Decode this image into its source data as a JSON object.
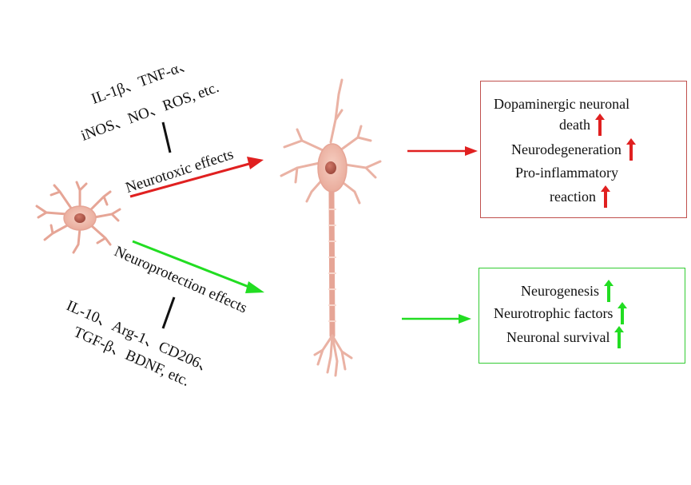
{
  "neurotoxic": {
    "cytokines_line1": "IL-1β、TNF-α、",
    "cytokines_line2": "iNOS、NO、ROS, etc.",
    "effect_label": "Neurotoxic effects",
    "color": "#e02020"
  },
  "neuroprotective": {
    "effect_label": "Neuroprotection effects",
    "factors_line1": "IL-10、Arg-1、CD206、",
    "factors_line2": "TGF-β、BDNF, etc.",
    "color": "#22dd22"
  },
  "outcomes_toxic": {
    "line1": "Dopaminergic neuronal",
    "line2": "death",
    "line3": "Neurodegeneration",
    "line4": "Pro-inflammatory",
    "line5": "reaction",
    "border_color": "#c0504d"
  },
  "outcomes_protective": {
    "line1": "Neurogenesis",
    "line2": "Neurotrophic factors",
    "line3": "Neuronal survival",
    "border_color": "#33cc33"
  },
  "icons": {
    "microglia": "microglia-cell-icon",
    "neuron": "neuron-icon",
    "up_red": "up-arrow-red-icon",
    "up_green": "up-arrow-green-icon"
  }
}
